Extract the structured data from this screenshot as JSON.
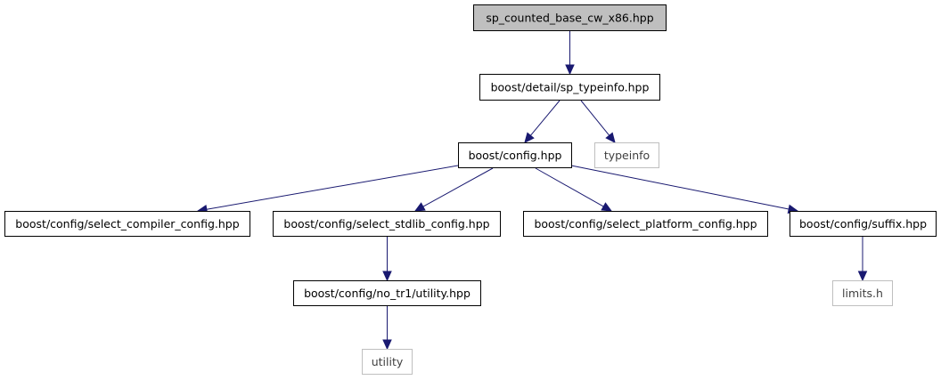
{
  "diagram": {
    "edge_color": "#191970",
    "root_fill": "#bfbfbf",
    "external_border": "#bfbfbf",
    "nodes": {
      "root": "sp_counted_base_cw_x86.hpp",
      "sp_typeinfo": "boost/detail/sp_typeinfo.hpp",
      "config": "boost/config.hpp",
      "typeinfo": "typeinfo",
      "select_compiler": "boost/config/select_compiler_config.hpp",
      "select_stdlib": "boost/config/select_stdlib_config.hpp",
      "select_platform": "boost/config/select_platform_config.hpp",
      "suffix": "boost/config/suffix.hpp",
      "no_tr1_utility": "boost/config/no_tr1/utility.hpp",
      "limits": "limits.h",
      "utility": "utility"
    },
    "edges": [
      {
        "from": "root",
        "to": "sp_typeinfo"
      },
      {
        "from": "sp_typeinfo",
        "to": "config"
      },
      {
        "from": "sp_typeinfo",
        "to": "typeinfo"
      },
      {
        "from": "config",
        "to": "select_compiler"
      },
      {
        "from": "config",
        "to": "select_stdlib"
      },
      {
        "from": "config",
        "to": "select_platform"
      },
      {
        "from": "config",
        "to": "suffix"
      },
      {
        "from": "select_stdlib",
        "to": "no_tr1_utility"
      },
      {
        "from": "suffix",
        "to": "limits"
      },
      {
        "from": "no_tr1_utility",
        "to": "utility"
      }
    ]
  }
}
